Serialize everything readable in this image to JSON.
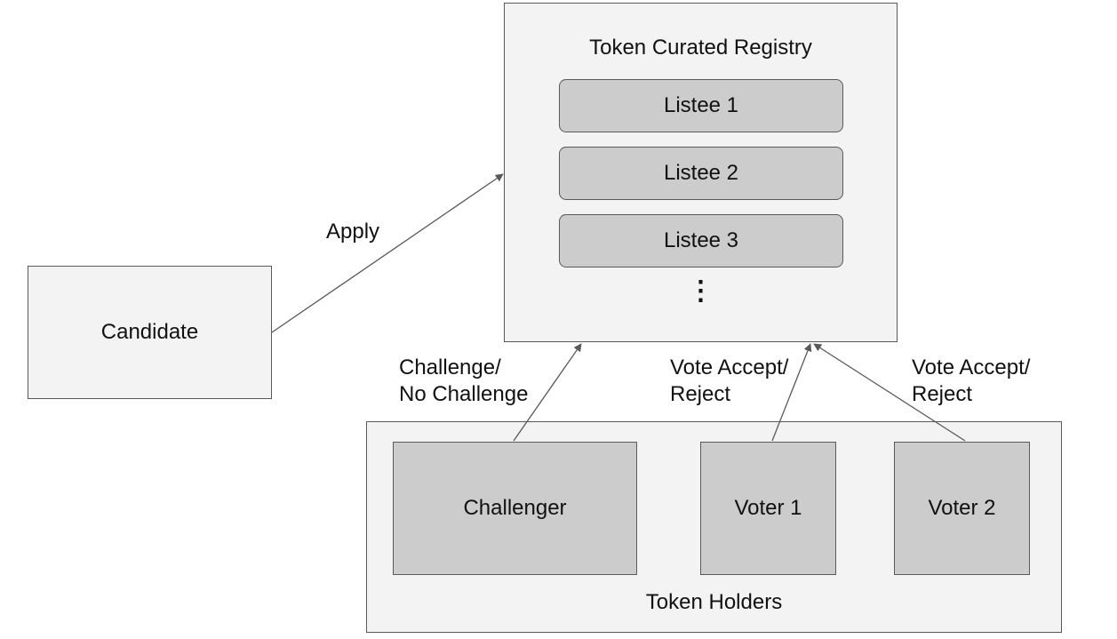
{
  "registry": {
    "title": "Token Curated Registry",
    "listees": [
      "Listee 1",
      "Listee 2",
      "Listee 3"
    ],
    "ellipsis": "⋮"
  },
  "candidate": {
    "label": "Candidate"
  },
  "holders": {
    "title": "Token Holders",
    "challenger": "Challenger",
    "voter1": "Voter 1",
    "voter2": "Voter 2"
  },
  "edges": {
    "apply": "Apply",
    "challenge_line1": "Challenge/",
    "challenge_line2": "No Challenge",
    "vote1_line1": "Vote Accept/",
    "vote1_line2": "Reject",
    "vote2_line1": "Vote Accept/",
    "vote2_line2": "Reject"
  }
}
